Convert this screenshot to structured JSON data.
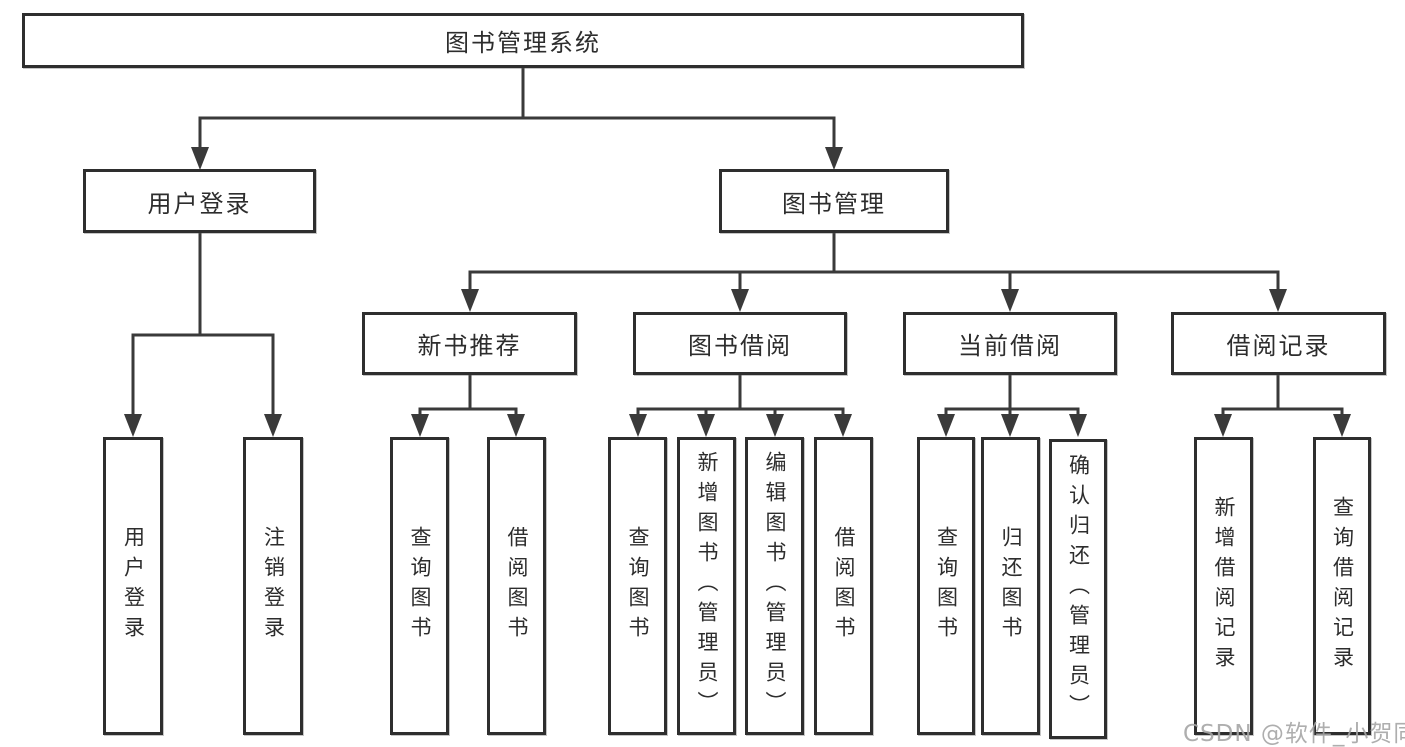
{
  "tree": {
    "root": {
      "label": "图书管理系统"
    },
    "branches": [
      {
        "label": "用户登录",
        "children": [
          {
            "label": "用户登录"
          },
          {
            "label": "注销登录"
          }
        ]
      },
      {
        "label": "图书管理",
        "children": [
          {
            "label": "新书推荐",
            "children": [
              {
                "label": "查询图书"
              },
              {
                "label": "借阅图书"
              }
            ]
          },
          {
            "label": "图书借阅",
            "children": [
              {
                "label": "查询图书"
              },
              {
                "label": "新增图书（管理员）"
              },
              {
                "label": "编辑图书（管理员）"
              },
              {
                "label": "借阅图书"
              }
            ]
          },
          {
            "label": "当前借阅",
            "children": [
              {
                "label": "查询图书"
              },
              {
                "label": "归还图书"
              },
              {
                "label": "确认归还（管理员）"
              }
            ]
          },
          {
            "label": "借阅记录",
            "children": [
              {
                "label": "新增借阅记录"
              },
              {
                "label": "查询借阅记录"
              }
            ]
          }
        ]
      }
    ]
  },
  "watermark": {
    "text": "CSDN @软件_小贺同学"
  },
  "colors": {
    "background": "#ffffff",
    "box_border": "#2e2e2e",
    "connector_line": "#3a3a3a",
    "label_text": "#2d2d2d",
    "watermark_text": "#a5a5a5"
  }
}
